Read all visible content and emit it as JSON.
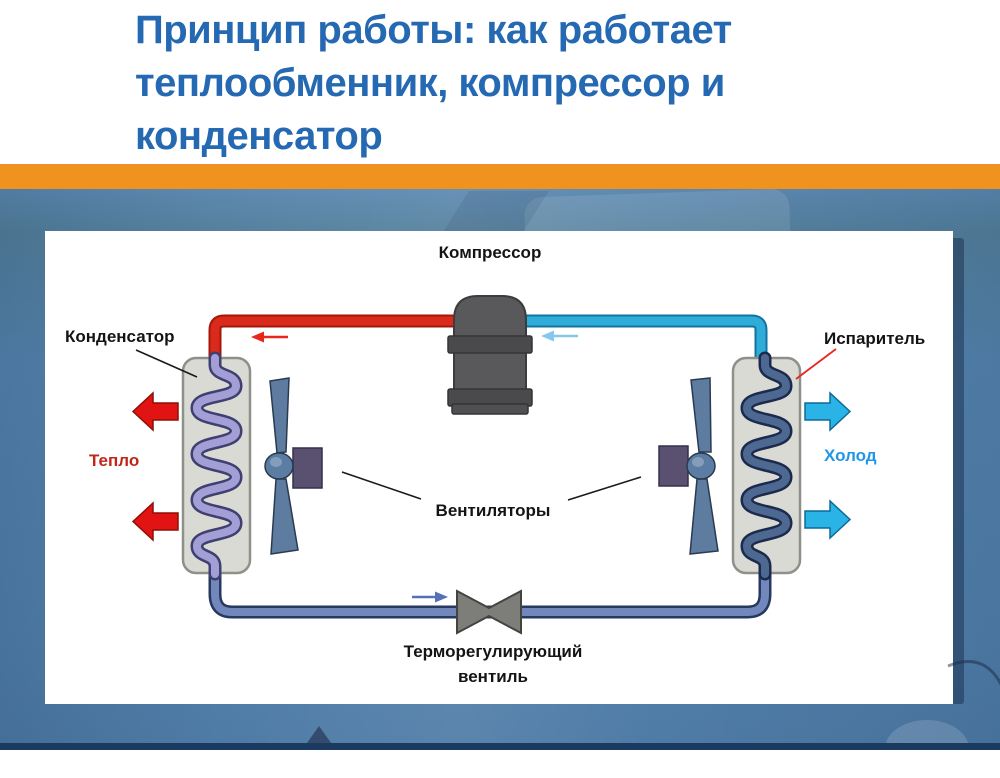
{
  "slide": {
    "title_lines": [
      "Принцип работы: как работает",
      "теплообменник, компрессор и",
      "конденсатор"
    ]
  },
  "theme": {
    "title_color": "#2569b2",
    "accent_bar": "#f0921e",
    "background": "#5584af",
    "footer_bar": "#1b3a5f"
  },
  "diagram": {
    "labels": {
      "compressor": "Компрессор",
      "condenser": "Конденсатор",
      "evaporator": "Испаритель",
      "heat": "Тепло",
      "cold": "Холод",
      "fans": "Вентиляторы",
      "valve_line1": "Терморегулирующий",
      "valve_line2": "вентиль"
    },
    "colors": {
      "hot_pipe": "#d92a1b",
      "cold_pipe": "#2facd8",
      "liquid_pipe": "#7287bb",
      "heat_arrow": "#e21313",
      "cold_arrow": "#29b3e6",
      "heat_text": "#c02718",
      "cold_text": "#2196e8",
      "condenser_coil": "#a39fd6",
      "evaporator_coil": "#4d6991"
    }
  }
}
